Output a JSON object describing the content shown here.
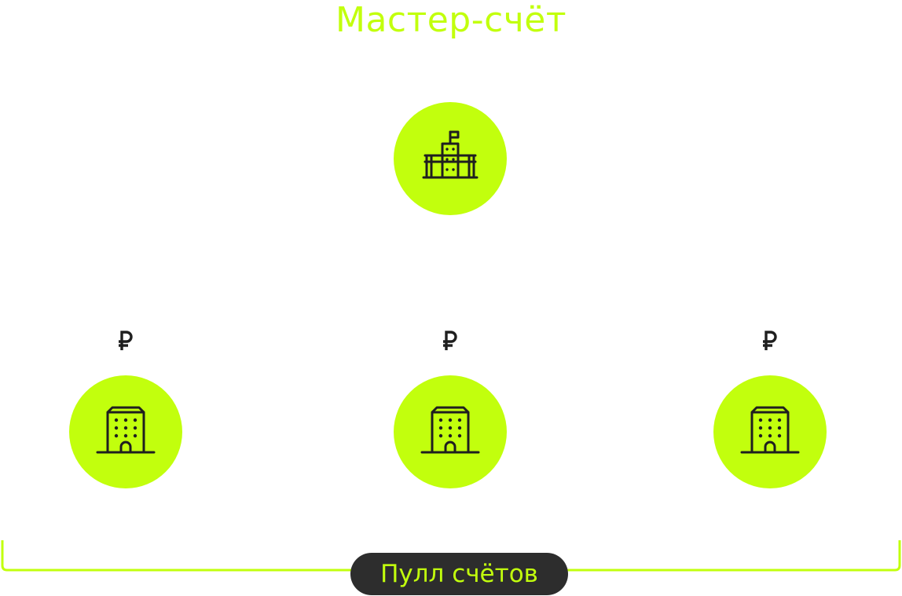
{
  "diagram": {
    "title": "Мастер-счёт",
    "pool_label": "Пулл счётов",
    "master_icon": "government-building-icon",
    "child_icon": "office-building-icon",
    "currency_icon": "ruble-icon",
    "child_count": 3
  },
  "colors": {
    "accent": "#c2ff0d",
    "icon_stroke": "#1f1f1f",
    "pill_background": "#2d2d2d",
    "background": "#ffffff"
  }
}
